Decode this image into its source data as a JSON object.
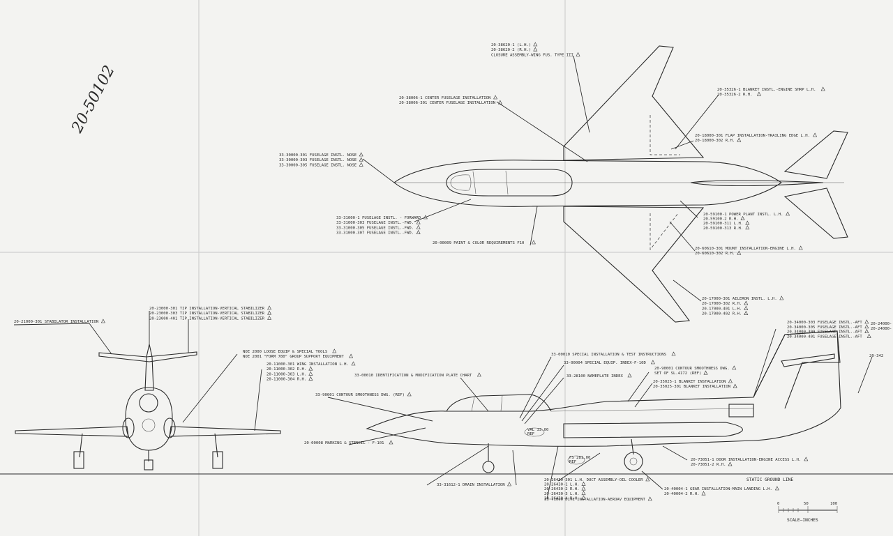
{
  "handwritten_number": "20-50102",
  "plan_view": {
    "callouts": [
      {
        "id": "closure",
        "lines": [
          "20-38620-1 (L.H.)",
          "20-38620-2 (R.H.)",
          "CLOSURE ASSEMBLY-WING FUS. TYPE III"
        ]
      },
      {
        "id": "center-fuselage",
        "lines": [
          "20-38006-1 CENTER FUSELAGE INSTALLATION",
          "20-38006-301 CENTER FUSELAGE INSTALLATION"
        ]
      },
      {
        "id": "blanket",
        "lines": [
          "20-35326-1  BLANKET INSTL.-ENGINE SHRP L.H.",
          "20-35326-2  R.H."
        ]
      },
      {
        "id": "flap",
        "lines": [
          "20-18000-301 FLAP INSTALLATION-TRAILING EDGE L.H.",
          "20-18000-302 R.H."
        ]
      },
      {
        "id": "fuselage-nose",
        "lines": [
          "33-30000-301 FUSELAGE INSTL. NOSE",
          "33-30000-303 FUSELAGE INSTL. NOSE",
          "33-30000-305 FUSELAGE INSTL. NOSE"
        ]
      },
      {
        "id": "fuselage-fwd",
        "lines": [
          "33-31000-1 FUSELAGE INSTL. - FORWARD",
          "33-31000-303 FUSELAGE INSTL.-FWD.",
          "33-31000-305 FUSELAGE INSTL.-FWD.",
          "33-31000-307 FUSELAGE INSTL.-FWD."
        ]
      },
      {
        "id": "power-plant",
        "lines": [
          "20-59100-1 POWER PLANT INSTL. L.H.",
          "20-59100-2 R.H.",
          "20-59100-311 L.H.",
          "20-59100-313 R.H."
        ]
      },
      {
        "id": "paint",
        "lines": [
          "20-00009  PAINT & COLOR REQUIREMENTS  F10"
        ]
      },
      {
        "id": "mount",
        "lines": [
          "20-60610-301 MOUNT INSTALLATION-ENGINE L.H.",
          "20-60610-302 R.H."
        ]
      },
      {
        "id": "aileron",
        "lines": [
          "20-17000-301 AILERON INSTL. L.H.",
          "20-17000-302 R.H.",
          "20-17000-401 L.H.",
          "20-17000-402 R.H."
        ]
      }
    ]
  },
  "front_view": {
    "callouts": [
      {
        "id": "stabilator",
        "lines": [
          "20-21000-301 STABILATOR INSTALLATION"
        ]
      },
      {
        "id": "tip",
        "lines": [
          "20-23000-301 TIP INSTALLATION-VERTICAL STABILIZER",
          "20-23000-303 TIP INSTALLATION-VERTICAL STABILIZER",
          "20-23000-401 TIP INSTALLATION-VERTICAL STABILIZER"
        ]
      },
      {
        "id": "ground-equip",
        "lines": [
          "NOE 2000  LOOSE EQUIP & SPECIAL TOOLS",
          "NOE 2001  \"FORM 780\" GROUP SUPPORT EQUIPMENT"
        ]
      },
      {
        "id": "wing",
        "lines": [
          "20-11000-301 WING INSTALLATION L.H.",
          "20-11000-302 R.H.",
          "20-11000-303 L.H.",
          "20-11000-304 R.H."
        ]
      }
    ]
  },
  "side_view": {
    "callouts": [
      {
        "id": "special-test",
        "lines": [
          "33-00010  SPECIAL INSTALLATION & TEST INSTRUCTIONS"
        ]
      },
      {
        "id": "special-equip",
        "lines": [
          "33-00004  SPECIAL EQUIP. INDEX-F-10D"
        ]
      },
      {
        "id": "identification",
        "lines": [
          "33-00010 IDENTIFICATION & MODIFICATION PLATE  CHART"
        ]
      },
      {
        "id": "nameplate",
        "lines": [
          "33-28100  NAMEPLATE INDEX"
        ]
      },
      {
        "id": "contour",
        "lines": [
          "20-90001 CONTOUR SMOOTHNESS DWG.",
          "SET OF SL.4172 (REF)"
        ]
      },
      {
        "id": "contour-33",
        "lines": [
          "33-90001 CONTOUR SMOOTHNESS DWG. (REF)"
        ]
      },
      {
        "id": "blanket-install",
        "lines": [
          "20-35025-1 BLANKET INSTALLATION",
          "20-35025-301 BLANKET INSTALLATION"
        ]
      },
      {
        "id": "fuselage-aft",
        "lines": [
          "20-34000-303 FUSELAGE INSTL.-AFT",
          "20-34000-305 FUSELAGE INSTL.-AFT",
          "20-34000-309 FUSELAGE INSTL.-AFT",
          "20-34000-401  FUSELAGE INSTL.-AFT"
        ]
      },
      {
        "id": "aft-right",
        "lines": [
          "20-24000-",
          "20-24000-"
        ]
      },
      {
        "id": "aft-edge",
        "lines": [
          "20-342"
        ]
      },
      {
        "id": "marking",
        "lines": [
          "20-00008  MARKING & STENCIL - F-101"
        ]
      },
      {
        "id": "drain",
        "lines": [
          "33-31612-1 DRAIN INSTALLATION"
        ]
      },
      {
        "id": "duct",
        "lines": [
          "20-26430-301 L.H. DUCT ASSEMBLY-OIL COOLER",
          "20-26430-1 L.H.",
          "20-26430-2 R.H.",
          "20-26430-3 L.H.",
          "20-26430-4 R.H."
        ]
      },
      {
        "id": "door",
        "lines": [
          "20-73051-1 DOOR INSTALLATION-ENGINE ACCESS L.H.",
          "20-73051-2 R.H."
        ]
      },
      {
        "id": "gear",
        "lines": [
          "20-40004-1 GEAR INSTALLATION-MAIN LANDING L.H.",
          "20-40004-2 R.H."
        ]
      },
      {
        "id": "dive-brake",
        "lines": [
          "33-71000 DIVE INSTALLATION-AEROAV EQUIPMENT"
        ]
      },
      {
        "id": "inlet-plate",
        "lines": [
          "VAL 33.00",
          "REF"
        ]
      },
      {
        "id": "fs-plate",
        "lines": [
          "FS 281.00",
          "REF"
        ]
      },
      {
        "id": "ground-line",
        "lines": [
          "STATIC  GROUND LINE"
        ]
      }
    ]
  },
  "scale": {
    "ticks": [
      "0",
      "50",
      "100"
    ],
    "caption": "SCALE—INCHES"
  }
}
